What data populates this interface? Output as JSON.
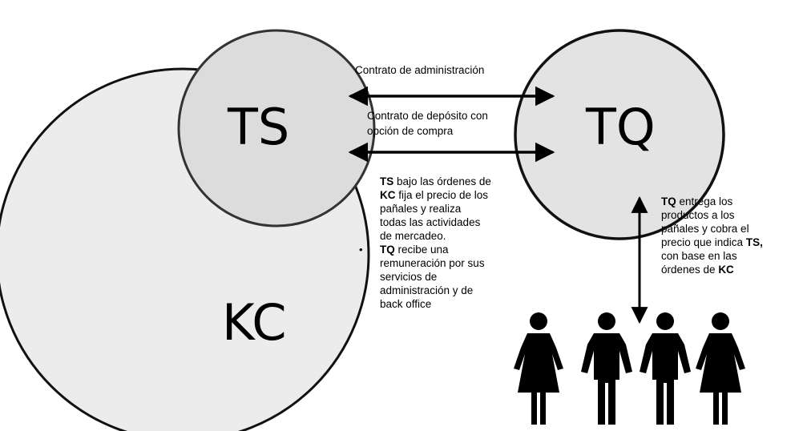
{
  "entities": {
    "kc": "KC",
    "ts": "TS",
    "tq": "TQ"
  },
  "contracts": {
    "admin_line1": "Contrato de administración",
    "deposit_line1": "Contrato de depósito con",
    "deposit_line2": "opción de compra"
  },
  "left_notes": [
    {
      "lines": [
        [
          {
            "b": "TS"
          },
          {
            "t": " bajo las órdenes de"
          }
        ],
        [
          {
            "b": "KC"
          },
          {
            "t": " fija el precio de los"
          }
        ],
        [
          {
            "t": "pañales y realiza"
          }
        ],
        [
          {
            "t": "todas las actividades"
          }
        ],
        [
          {
            "t": "de mercadeo."
          }
        ]
      ]
    },
    {
      "bullet": "•",
      "lines": [
        [
          {
            "b": "TQ"
          },
          {
            "t": " recibe una"
          }
        ],
        [
          {
            "t": "remuneración por sus"
          }
        ],
        [
          {
            "t": "servicios de"
          }
        ],
        [
          {
            "t": "administración y de"
          }
        ],
        [
          {
            "t": "back office"
          }
        ]
      ]
    }
  ],
  "right_note": {
    "lines": [
      [
        {
          "b": "TQ"
        },
        {
          "t": " entrega los"
        }
      ],
      [
        {
          "t": "productos a los"
        }
      ],
      [
        {
          "t": "pañales y cobra el"
        }
      ],
      [
        {
          "t": "precio que indica "
        },
        {
          "b": "TS,"
        }
      ],
      [
        {
          "t": "con base en las"
        }
      ],
      [
        {
          "t": "órdenes de "
        },
        {
          "b": "KC"
        }
      ]
    ]
  },
  "people": [
    "woman",
    "man",
    "man",
    "woman"
  ]
}
